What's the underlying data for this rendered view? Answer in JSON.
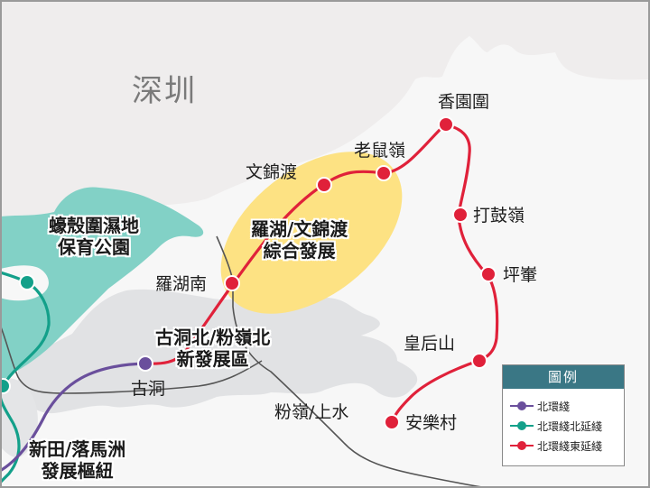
{
  "map": {
    "city_label": "深圳",
    "colors": {
      "background_shenzhen": "#efeded",
      "land_hk": "#f7f7f7",
      "developed_area": "#e1e2e4",
      "wetland": "#82d1c6",
      "development_zone": "#fde283",
      "northern_link": "#6a4f9c",
      "northern_link_north_ext": "#13a08a",
      "northern_link_east_ext": "#e0213a",
      "existing_rail": "#555555"
    },
    "zones": [
      {
        "id": "mai-po",
        "line1": "蠔殼圍濕地",
        "line2": "保育公園"
      },
      {
        "id": "lo-wu",
        "line1": "羅湖/文錦渡",
        "line2": "綜合發展"
      },
      {
        "id": "kwu-tung",
        "line1": "古洞北/粉嶺北",
        "line2": "新發展區"
      },
      {
        "id": "san-tin",
        "line1": "新田/落馬洲",
        "line2": "發展樞紐"
      }
    ],
    "stations": {
      "heung_yuen_wai": "香園圍",
      "lo_shue_ling": "老鼠嶺",
      "man_kam_to": "文錦渡",
      "ta_kwu_ling": "打鼓嶺",
      "ping_che": "坪輋",
      "lo_wu_south": "羅湖南",
      "kwu_tung": "古洞",
      "queens_hill": "皇后山",
      "on_lok_tsuen": "安樂村",
      "fanling_sheung_shui": "粉嶺/上水"
    }
  },
  "legend": {
    "title": "圖例",
    "items": [
      {
        "label": "北環綫",
        "color": "#6a4f9c"
      },
      {
        "label": "北環綫北延綫",
        "color": "#13a08a"
      },
      {
        "label": "北環綫東延綫",
        "color": "#e0213a"
      }
    ]
  }
}
